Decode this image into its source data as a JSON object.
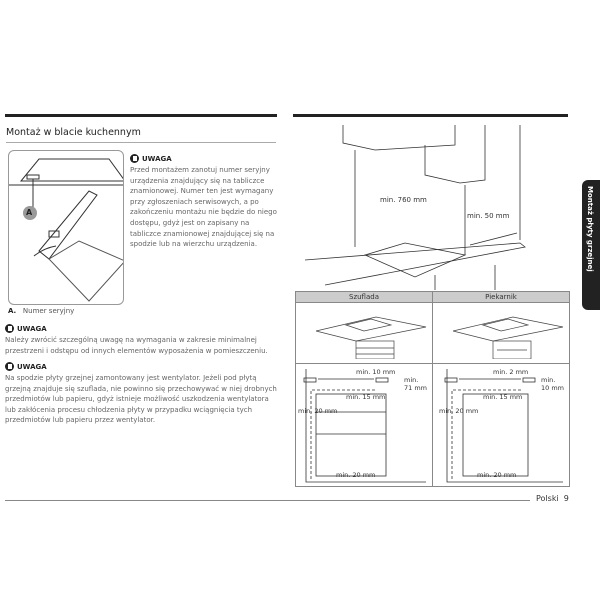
{
  "section_title": "Montaż w blacie kuchennym",
  "side_tab": "Montaż płyty grzejnej",
  "figure_label": "A",
  "caption": {
    "letter": "A.",
    "text": "Numer seryjny"
  },
  "notes": [
    {
      "heading": "UWAGA",
      "text": "Przed montażem zanotuj numer seryjny urządzenia znajdujący się na tabliczce znamionowej. Numer ten jest wymagany przy zgłoszeniach serwisowych, a po zakończeniu montażu nie będzie do niego dostępu, gdyż jest on zapisany na tabliczce znamionowej znajdującej się na spodzie lub na wierzchu urządzenia."
    },
    {
      "heading": "UWAGA",
      "text": "Należy zwrócić szczególną uwagę na wymagania w zakresie minimalnej przestrzeni i odstępu od innych elementów wyposażenia w pomieszczeniu."
    },
    {
      "heading": "UWAGA",
      "text": "Na spodzie płyty grzejnej zamontowany jest wentylator. Jeżeli pod płytą grzejną znajduje się szuflada, nie powinno się przechowywać w niej drobnych przedmiotów lub papieru, gdyż istnieje możliwość uszkodzenia wentylatora lub zakłócenia procesu chłodzenia płyty w przypadku wciągnięcia tych przedmiotów lub papieru przez wentylator."
    }
  ],
  "top_diagram": {
    "height_label": "min. 760 mm",
    "side_label": "min. 50 mm"
  },
  "table": {
    "headers": [
      "Szuflada",
      "Piekarnik"
    ],
    "drawer": {
      "top": "min. 10 mm",
      "right1": "min.",
      "right2": "71 mm",
      "inner": "min. 15 mm",
      "left": "min. 20 mm",
      "bottom": "min. 20 mm"
    },
    "oven": {
      "top": "min. 2 mm",
      "right1": "min.",
      "right2": "10 mm",
      "inner": "min. 15 mm",
      "left": "min. 20 mm",
      "bottom": "min. 20 mm"
    }
  },
  "footer": {
    "language": "Polski",
    "page": "9"
  }
}
